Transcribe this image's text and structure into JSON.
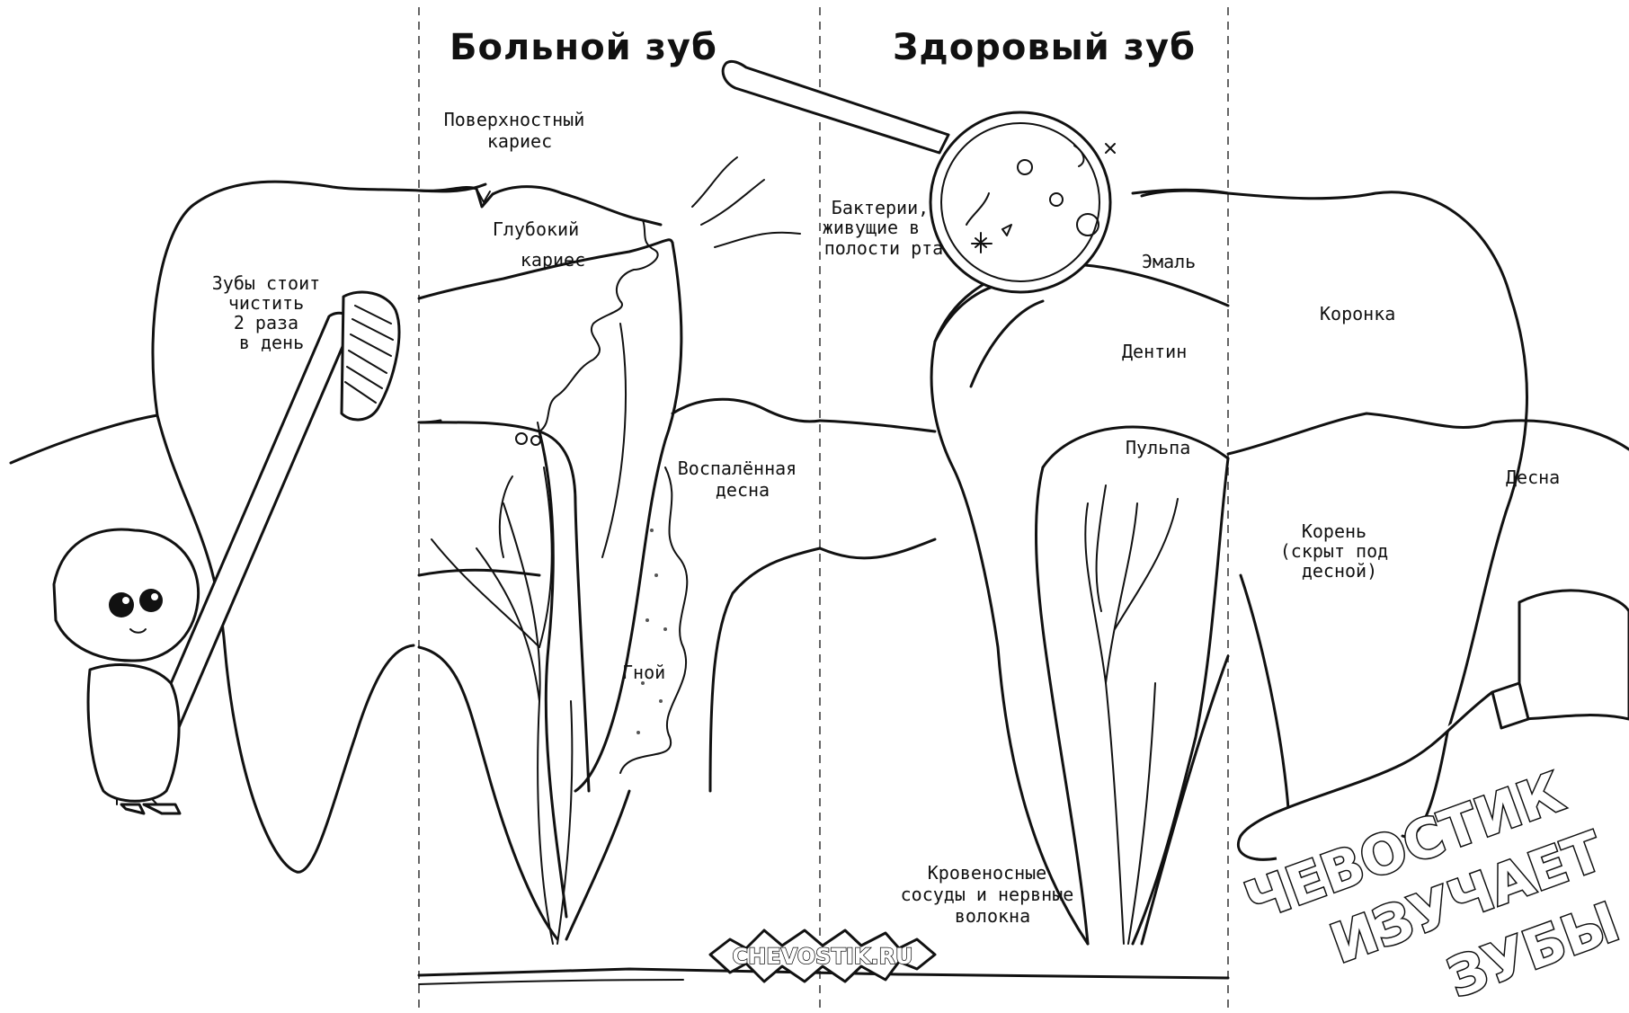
{
  "titles": {
    "sick_tooth": "Больной зуб",
    "healthy_tooth": "Здоровый зуб"
  },
  "labels": {
    "surface_caries": [
      "Поверхностный",
      "кариес"
    ],
    "deep_caries": [
      "Глубокий",
      "кариес"
    ],
    "inflamed_gum": [
      "Воспалённая",
      "десна"
    ],
    "pus": "Гной",
    "bacteria": [
      "Бактерии,",
      "живущие в",
      "полости рта"
    ],
    "enamel": "Эмаль",
    "dentin": "Дентин",
    "pulp": "Пульпа",
    "crown": "Коронка",
    "gum": "Десна",
    "root": [
      "Корень",
      "(скрыт под",
      "десной)"
    ],
    "vessels": [
      "Кровеносные",
      "сосуды и нервные",
      "волокна"
    ],
    "brush_tip": [
      "Зубы стоит",
      "чистить",
      "2 раза",
      "в день"
    ]
  },
  "branding": {
    "site_logo": "CHEVOSTIK.RU",
    "series_title": [
      "ЧЕВОСТИК",
      "ИЗУЧАЕТ",
      "ЗУБЫ"
    ]
  },
  "icons": {
    "magnifier": "magnifying-glass-icon",
    "toothbrush": "toothbrush-icon",
    "toothpaste": "toothpaste-tube-icon",
    "character": "cartoon-child-icon"
  },
  "colors": {
    "ink": "#111111",
    "paper": "#ffffff",
    "fold_line": "#666666"
  }
}
